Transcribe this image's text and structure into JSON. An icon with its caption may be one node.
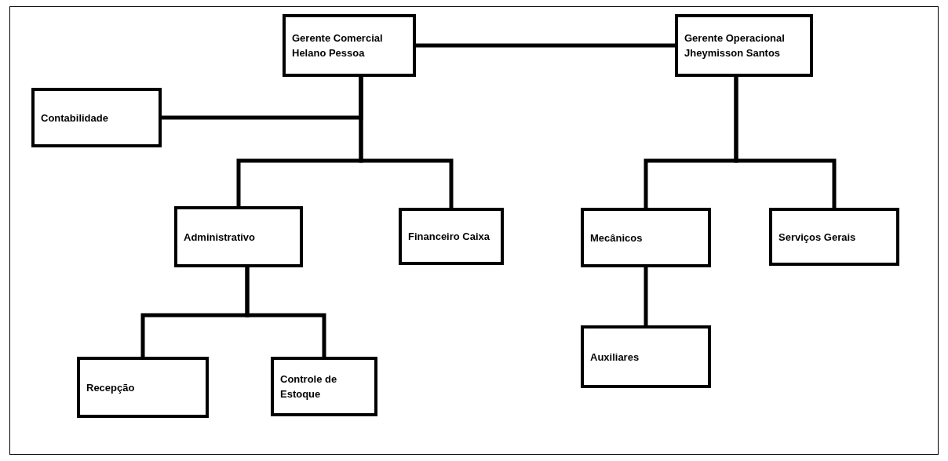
{
  "diagram": {
    "nodes": [
      {
        "text": [
          "Gerente Comercial Helano Pessoa"
        ]
      },
      {
        "text": [
          "Gerente Operacional Jheymisson Santos"
        ]
      },
      {
        "text": [
          "Contabilidade"
        ]
      },
      {
        "text": [
          "Administrativo"
        ]
      },
      {
        "text": [
          "Financeiro Caixa"
        ]
      },
      {
        "text": [
          "Mecânicos"
        ]
      },
      {
        "text": [
          "Serviços Gerais"
        ]
      },
      {
        "text": [
          "Recepção"
        ]
      },
      {
        "text": [
          "Controle de Estoque"
        ]
      },
      {
        "text": [
          "Auxiliares"
        ]
      }
    ],
    "edges": [
      {
        "from": 0,
        "to": 1,
        "arrow": "none"
      },
      {
        "from": 0,
        "to": 2,
        "arrow": "none"
      },
      {
        "from": 0,
        "to": 3,
        "arrow": "none"
      },
      {
        "from": 0,
        "to": 4,
        "arrow": "none"
      },
      {
        "from": 1,
        "to": 5,
        "arrow": "none"
      },
      {
        "from": 1,
        "to": 6,
        "arrow": "none"
      },
      {
        "from": 3,
        "to": 7,
        "arrow": "none"
      },
      {
        "from": 3,
        "to": 8,
        "arrow": "none"
      },
      {
        "from": 5,
        "to": 9,
        "arrow": "none"
      }
    ]
  }
}
